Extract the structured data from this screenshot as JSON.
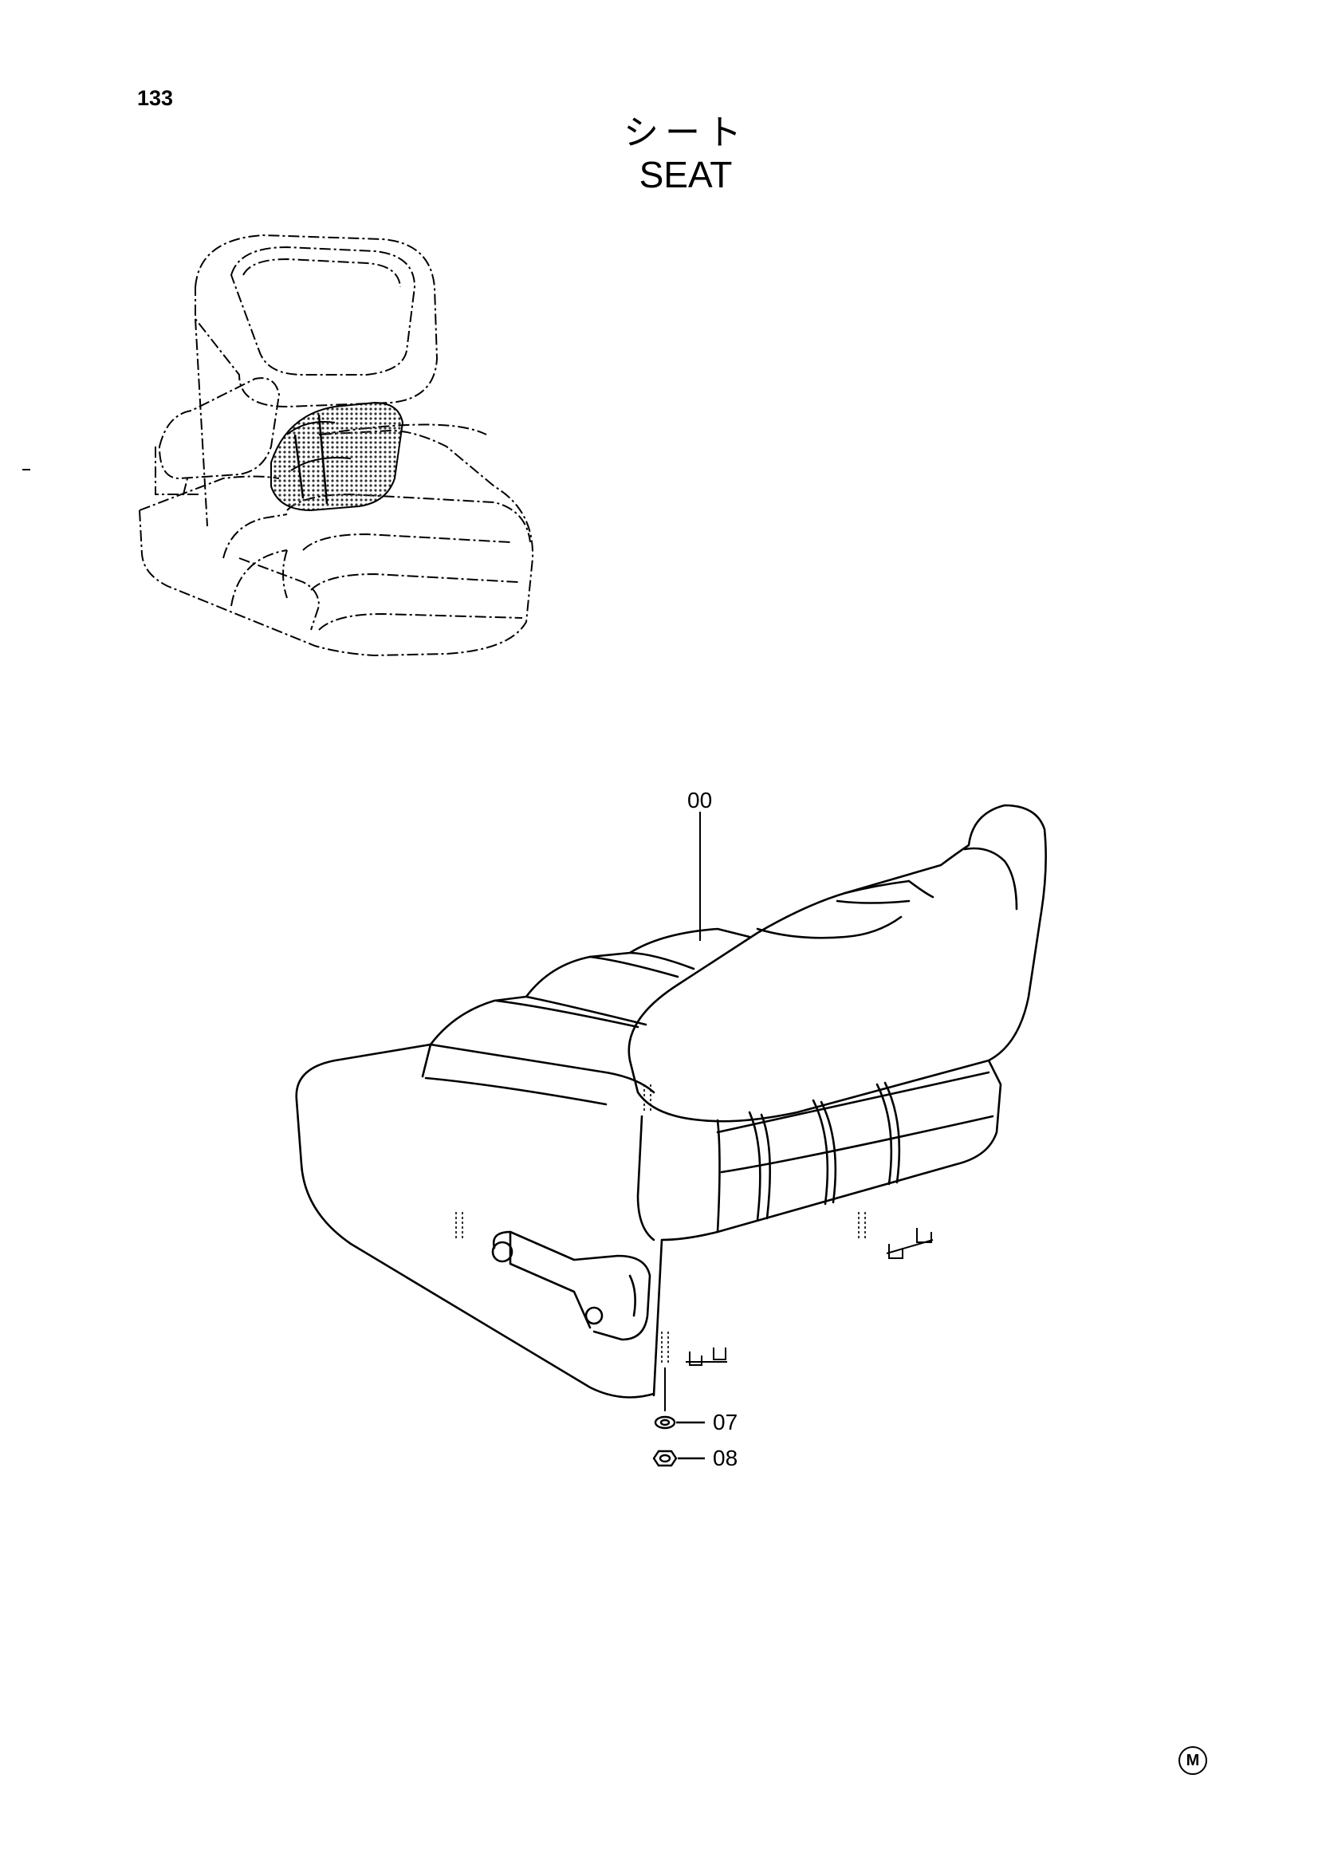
{
  "page": {
    "number": "133",
    "title_jp": "シート",
    "title_en": "SEAT",
    "corner_mark": "M"
  },
  "parts": [
    {
      "id": "part-00",
      "label": "00"
    },
    {
      "id": "part-07",
      "label": "07"
    },
    {
      "id": "part-08",
      "label": "08"
    }
  ],
  "colors": {
    "line": "#000000",
    "background": "#ffffff",
    "shade": "#555555"
  }
}
